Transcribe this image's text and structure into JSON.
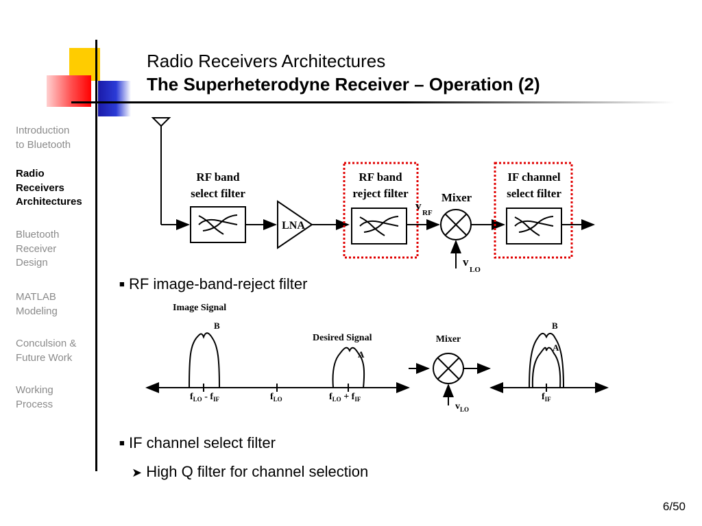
{
  "header": {
    "title": "Radio Receivers Architectures",
    "subtitle": "The Superheterodyne Receiver – Operation (2)"
  },
  "sidebar": {
    "items": [
      {
        "label": [
          "Introduction",
          "to Bluetooth"
        ],
        "active": false
      },
      {
        "label": [
          "Radio",
          "Receivers",
          "Architectures"
        ],
        "active": true
      },
      {
        "label": [
          "Bluetooth",
          "Receiver",
          "Design"
        ],
        "active": false
      },
      {
        "label": [
          "MATLAB",
          "Modeling"
        ],
        "active": false
      },
      {
        "label": [
          "Conculsion &",
          "Future Work"
        ],
        "active": false
      },
      {
        "label": [
          "Working",
          "Process"
        ],
        "active": false
      }
    ]
  },
  "block_diagram": {
    "rf_band_select": [
      "RF band",
      "select filter"
    ],
    "lna": "LNA",
    "rf_band_reject": [
      "RF band",
      "reject filter"
    ],
    "mixer": "Mixer",
    "if_channel_select": [
      "IF channel",
      "select filter"
    ],
    "v_rf_main": "v",
    "v_rf_sub": "RF",
    "v_lo_main": "v",
    "v_lo_sub": "LO"
  },
  "bullets": {
    "b1": "RF image-band-reject filter",
    "b2": "IF channel select filter",
    "b2_sub": "High Q filter for channel selection"
  },
  "spectrum_diagram": {
    "image_signal": "Image Signal",
    "desired_signal": "Desired Signal",
    "mixer": "Mixer",
    "label_b": "B",
    "label_a": "A",
    "f_main": "f",
    "lo_sub": "LO",
    "if_sub": "IF",
    "minus": " - ",
    "plus": " + "
  },
  "colors": {
    "highlight_box": "#e00000",
    "logo_yellow": "#ffcc00",
    "logo_blue": "#2b3bd6",
    "logo_red": "#ff3030"
  },
  "footer": {
    "page": "6/50"
  }
}
